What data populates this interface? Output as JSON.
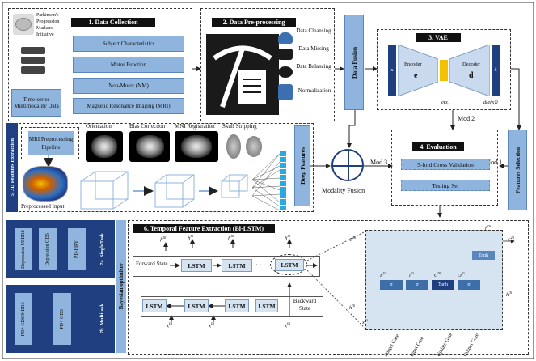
{
  "s1": {
    "title": "1. Data Collection",
    "ppmi_logo_text": "Parkinson's Progression Markers Initiative",
    "modality_label": "Time-series Multimodality Data",
    "items": [
      "Subject Characteristics",
      "Motor Function",
      "Non-Motor (NM)",
      "Magnetic Resonance Imaging (MRI)"
    ]
  },
  "s2": {
    "title": "2. Data Pre-processing",
    "steps": [
      "Data Cleansing",
      "Data Missing",
      "Data Balancing",
      "Normalization"
    ]
  },
  "fusion_label": "Data Fusion",
  "s3": {
    "title": "3. VAE",
    "encoder_label": "Encoder",
    "encoder_symbol": "e",
    "decoder_label": "Decoder",
    "decoder_symbol": "d",
    "e_x": "e(x)",
    "d_e_x": "d(e(x))"
  },
  "mod2": "Mod 2",
  "mod3": "Mod 3",
  "mod1": "Mod 1",
  "features_selection": "Features Selection",
  "s5": {
    "side_title": "5. 3D Features Extraction",
    "pipeline_label": "MRI Preprocessing Pipeline",
    "steps": [
      "Orientation",
      "Bias Correction",
      "MNI Registration",
      "Skull Stripping"
    ],
    "input_label": "Preprocessed Input",
    "deep_features": "Deep Features"
  },
  "modality_fusion": "Modality Fusion",
  "s4": {
    "title": "4. Evaluation",
    "cv": "5-fold Cross Validation",
    "test": "Testing Set"
  },
  "s7a": {
    "title": "7a. SingleTask",
    "items": [
      "Depression UPDRS",
      "Depression GDS",
      "PD-HRY"
    ]
  },
  "s7b": {
    "title": "7b. Multitask",
    "items": [
      "PD+ GDS/HDRS",
      "PD+ GDS"
    ]
  },
  "bayes": "Bayesian optimizer",
  "s6": {
    "title": "6. Temporal Feature Extraction (Bi-LSTM)",
    "forward_state": "Forward State",
    "backward_state": "Backward State",
    "lstm": "LSTM",
    "ellipsis": "· · ·",
    "h_sym": "h",
    "x_sym": "x",
    "tn": "tn",
    "sigma": "σ",
    "tanh": "Tanh",
    "gates": [
      "Forget Gate",
      "Input Gate",
      "Update Gate",
      "Output Gate"
    ],
    "f_sym": "F",
    "i_sym": "i",
    "c_sym": "C",
    "o_sym": "O"
  }
}
